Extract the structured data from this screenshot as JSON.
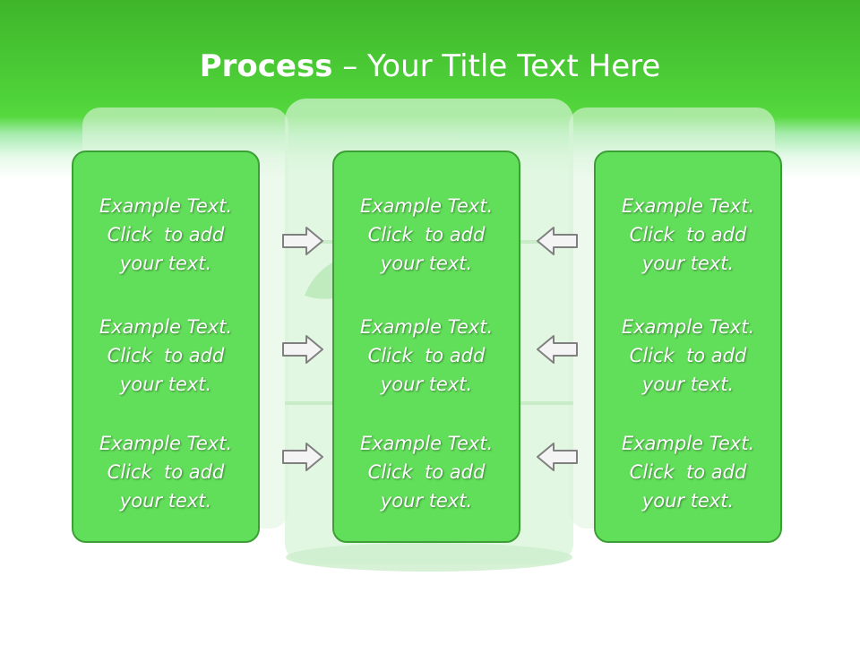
{
  "slide": {
    "title_bold": "Process",
    "title_rest": " – Your Title Text Here"
  },
  "columns": [
    {
      "blocks": [
        [
          "Example Text.",
          "Click  to add",
          "your text."
        ],
        [
          "Example Text.",
          "Click  to add",
          "your text."
        ],
        [
          "Example Text.",
          "Click  to add",
          "your text."
        ]
      ]
    },
    {
      "blocks": [
        [
          "Example Text.",
          "Click  to add",
          "your text."
        ],
        [
          "Example Text.",
          "Click  to add",
          "your text."
        ],
        [
          "Example Text.",
          "Click  to add",
          "your text."
        ]
      ]
    },
    {
      "blocks": [
        [
          "Example Text.",
          "Click  to add",
          "your text."
        ],
        [
          "Example Text.",
          "Click  to add",
          "your text."
        ],
        [
          "Example Text.",
          "Click  to add",
          "your text."
        ]
      ]
    }
  ],
  "arrows": {
    "left_group": "right-arrow-icon",
    "right_group": "left-arrow-icon"
  },
  "colors": {
    "header_green": "#4fd33a",
    "panel_fill": "#62df5a",
    "panel_border": "#3c9f36",
    "arrow_fill": "#f4f4f4",
    "arrow_stroke": "#808080"
  }
}
